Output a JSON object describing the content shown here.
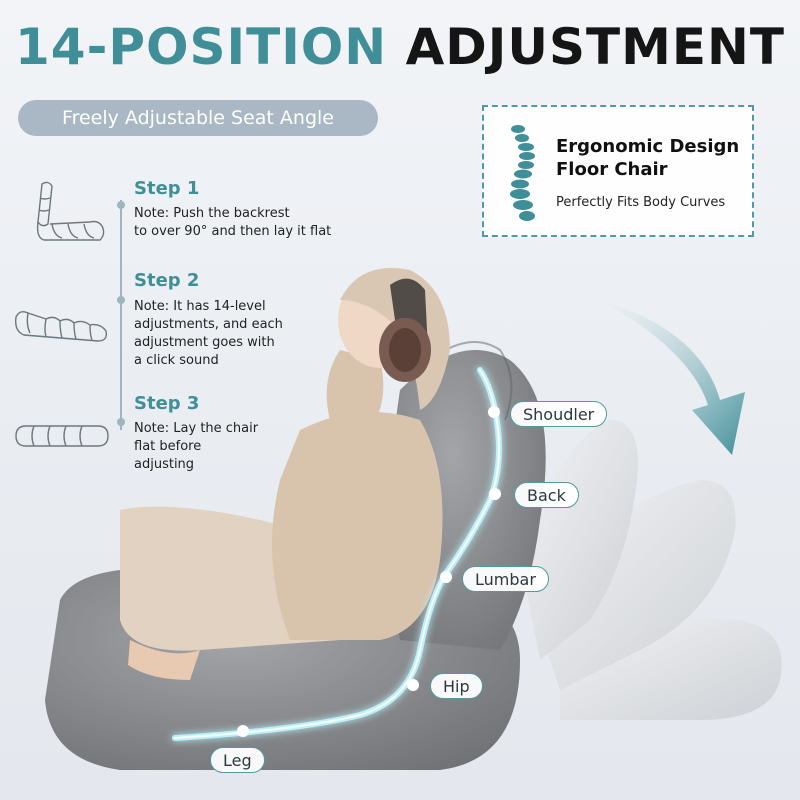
{
  "header": {
    "title_part1": "14-POSITION",
    "title_part2": "ADJUSTMENT",
    "subtitle": "Freely Adjustable Seat Angle"
  },
  "info_box": {
    "title_line1": "Ergonomic Design",
    "title_line2": "Floor Chair",
    "subtitle": "Perfectly Fits Body Curves"
  },
  "steps": [
    {
      "title": "Step 1",
      "note": "Note: Push the backrest\nto over 90° and then lay it flat"
    },
    {
      "title": "Step 2",
      "note": "Note: It has 14-level\nadjustments, and each\nadjustment goes with\na click sound"
    },
    {
      "title": "Step 3",
      "note": "Note: Lay the chair\nflat before\nadjusting"
    }
  ],
  "body_labels": {
    "shoulder": "Shoudler",
    "back": "Back",
    "lumbar": "Lumbar",
    "hip": "Hip",
    "leg": "Leg"
  },
  "colors": {
    "accent_teal": "#3f8e98",
    "title_dark": "#151515",
    "pill_gray": "#a9b8c4",
    "chair_gray": "#8d8f92",
    "glow": "#bff6ff"
  }
}
